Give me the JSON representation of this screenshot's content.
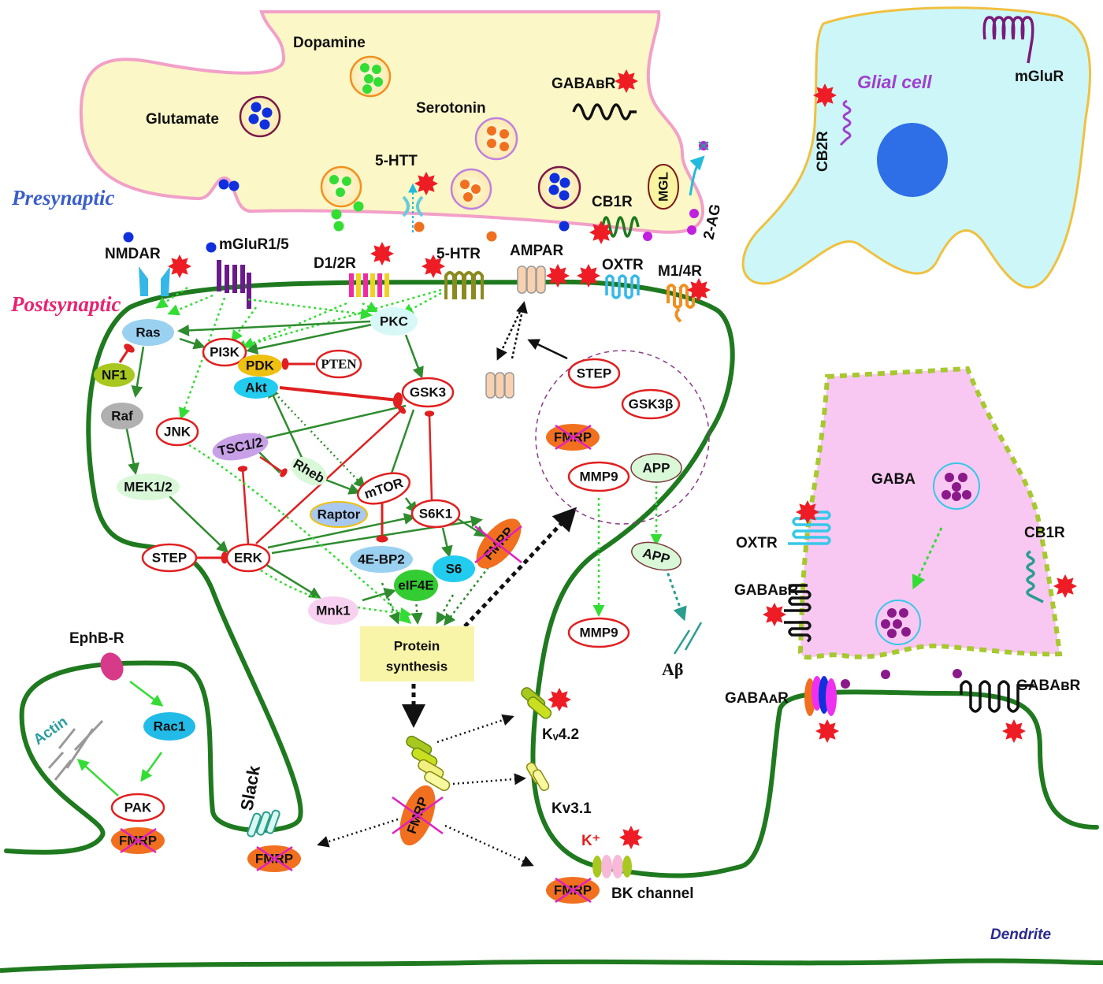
{
  "regions": {
    "presynaptic": "Presynaptic",
    "postsynaptic": "Postsynaptic",
    "glial": "Glial cell",
    "dendrite": "Dendrite"
  },
  "neurotransmitters": {
    "dopamine": "Dopamine",
    "glutamate": "Glutamate",
    "serotonin": "Serotonin",
    "gaba": "GABA",
    "two_ag": "2-AG",
    "mgl": "MGL"
  },
  "receptors": {
    "gabab_pre": "GABAʙR",
    "five_htt": "5-HTT",
    "cb1r_pre": "CB1R",
    "nmdar": "NMDAR",
    "mglur15": "mGluR1/5",
    "d12r": "D1/2R",
    "five_htr": "5-HTR",
    "ampar": "AMPAR",
    "oxtr": "OXTR",
    "m14r": "M1/4R",
    "cb2r": "CB2R",
    "mglur_glia": "mGluR",
    "oxtr_inh": "OXTR",
    "cb1r_inh": "CB1R",
    "gabab_inh": "GABAʙR",
    "gabaa": "GABAᴀR",
    "gabab_dend": "GABAʙR",
    "ephb": "EphB-R"
  },
  "signaling": {
    "ras": "Ras",
    "nf1": "NF1",
    "raf": "Raf",
    "mek": "MEK1/2",
    "pi3k": "PI3K",
    "pdk": "PDK",
    "pten": "PTEN",
    "akt": "Akt",
    "pkc": "PKC",
    "gsk3": "GSK3",
    "jnk": "JNK",
    "tsc": "TSC1/2",
    "rheb": "Rheb",
    "mtor": "mTOR",
    "raptor": "Raptor",
    "s6k1": "S6K1",
    "fmrp": "FMRP",
    "step": "STEP",
    "erk": "ERK",
    "bp2": "4E-BP2",
    "s6": "S6",
    "eif4e": "eIF4E",
    "mnk1": "Mnk1",
    "protein_synthesis": [
      "Protein",
      "synthesis"
    ],
    "gsk3b": "GSK3β",
    "mmp9": "MMP9",
    "app": "APP",
    "abeta": "Aβ"
  },
  "spine": {
    "actin": "Actin",
    "rac1": "Rac1",
    "pak": "PAK",
    "slack": "Slack"
  },
  "channels": {
    "kv42": "Kᵥ4.2",
    "kv31": "Kv3.1",
    "k_ion": "K⁺",
    "bk": "BK channel"
  },
  "colors": {
    "membrane_green": "#1f7a1f",
    "presynaptic_fill": "#fbf7c6",
    "presynaptic_border": "#f2a0c8",
    "glial_fill": "#cdf6f8",
    "glial_border": "#f0c040",
    "glial_nucleus": "#2e6fe8",
    "inhibitory_fill": "#f8c8f2",
    "inhibitory_border": "#a8c830",
    "activation": "#2e8b2e",
    "inhibition": "#e02020",
    "presynaptic_text": "#3a5fcd",
    "postsynaptic_text": "#e8236f",
    "glial_text": "#a040d0"
  }
}
